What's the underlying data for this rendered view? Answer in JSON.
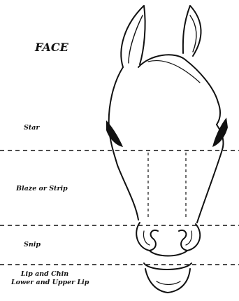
{
  "title": "FACE",
  "markings": {
    "star": "Star",
    "blaze": "Blaze or Strip",
    "snip": "Snip",
    "lip_line1": "Lip and Chin",
    "lip_line2": "Lower and Upper Lip"
  }
}
